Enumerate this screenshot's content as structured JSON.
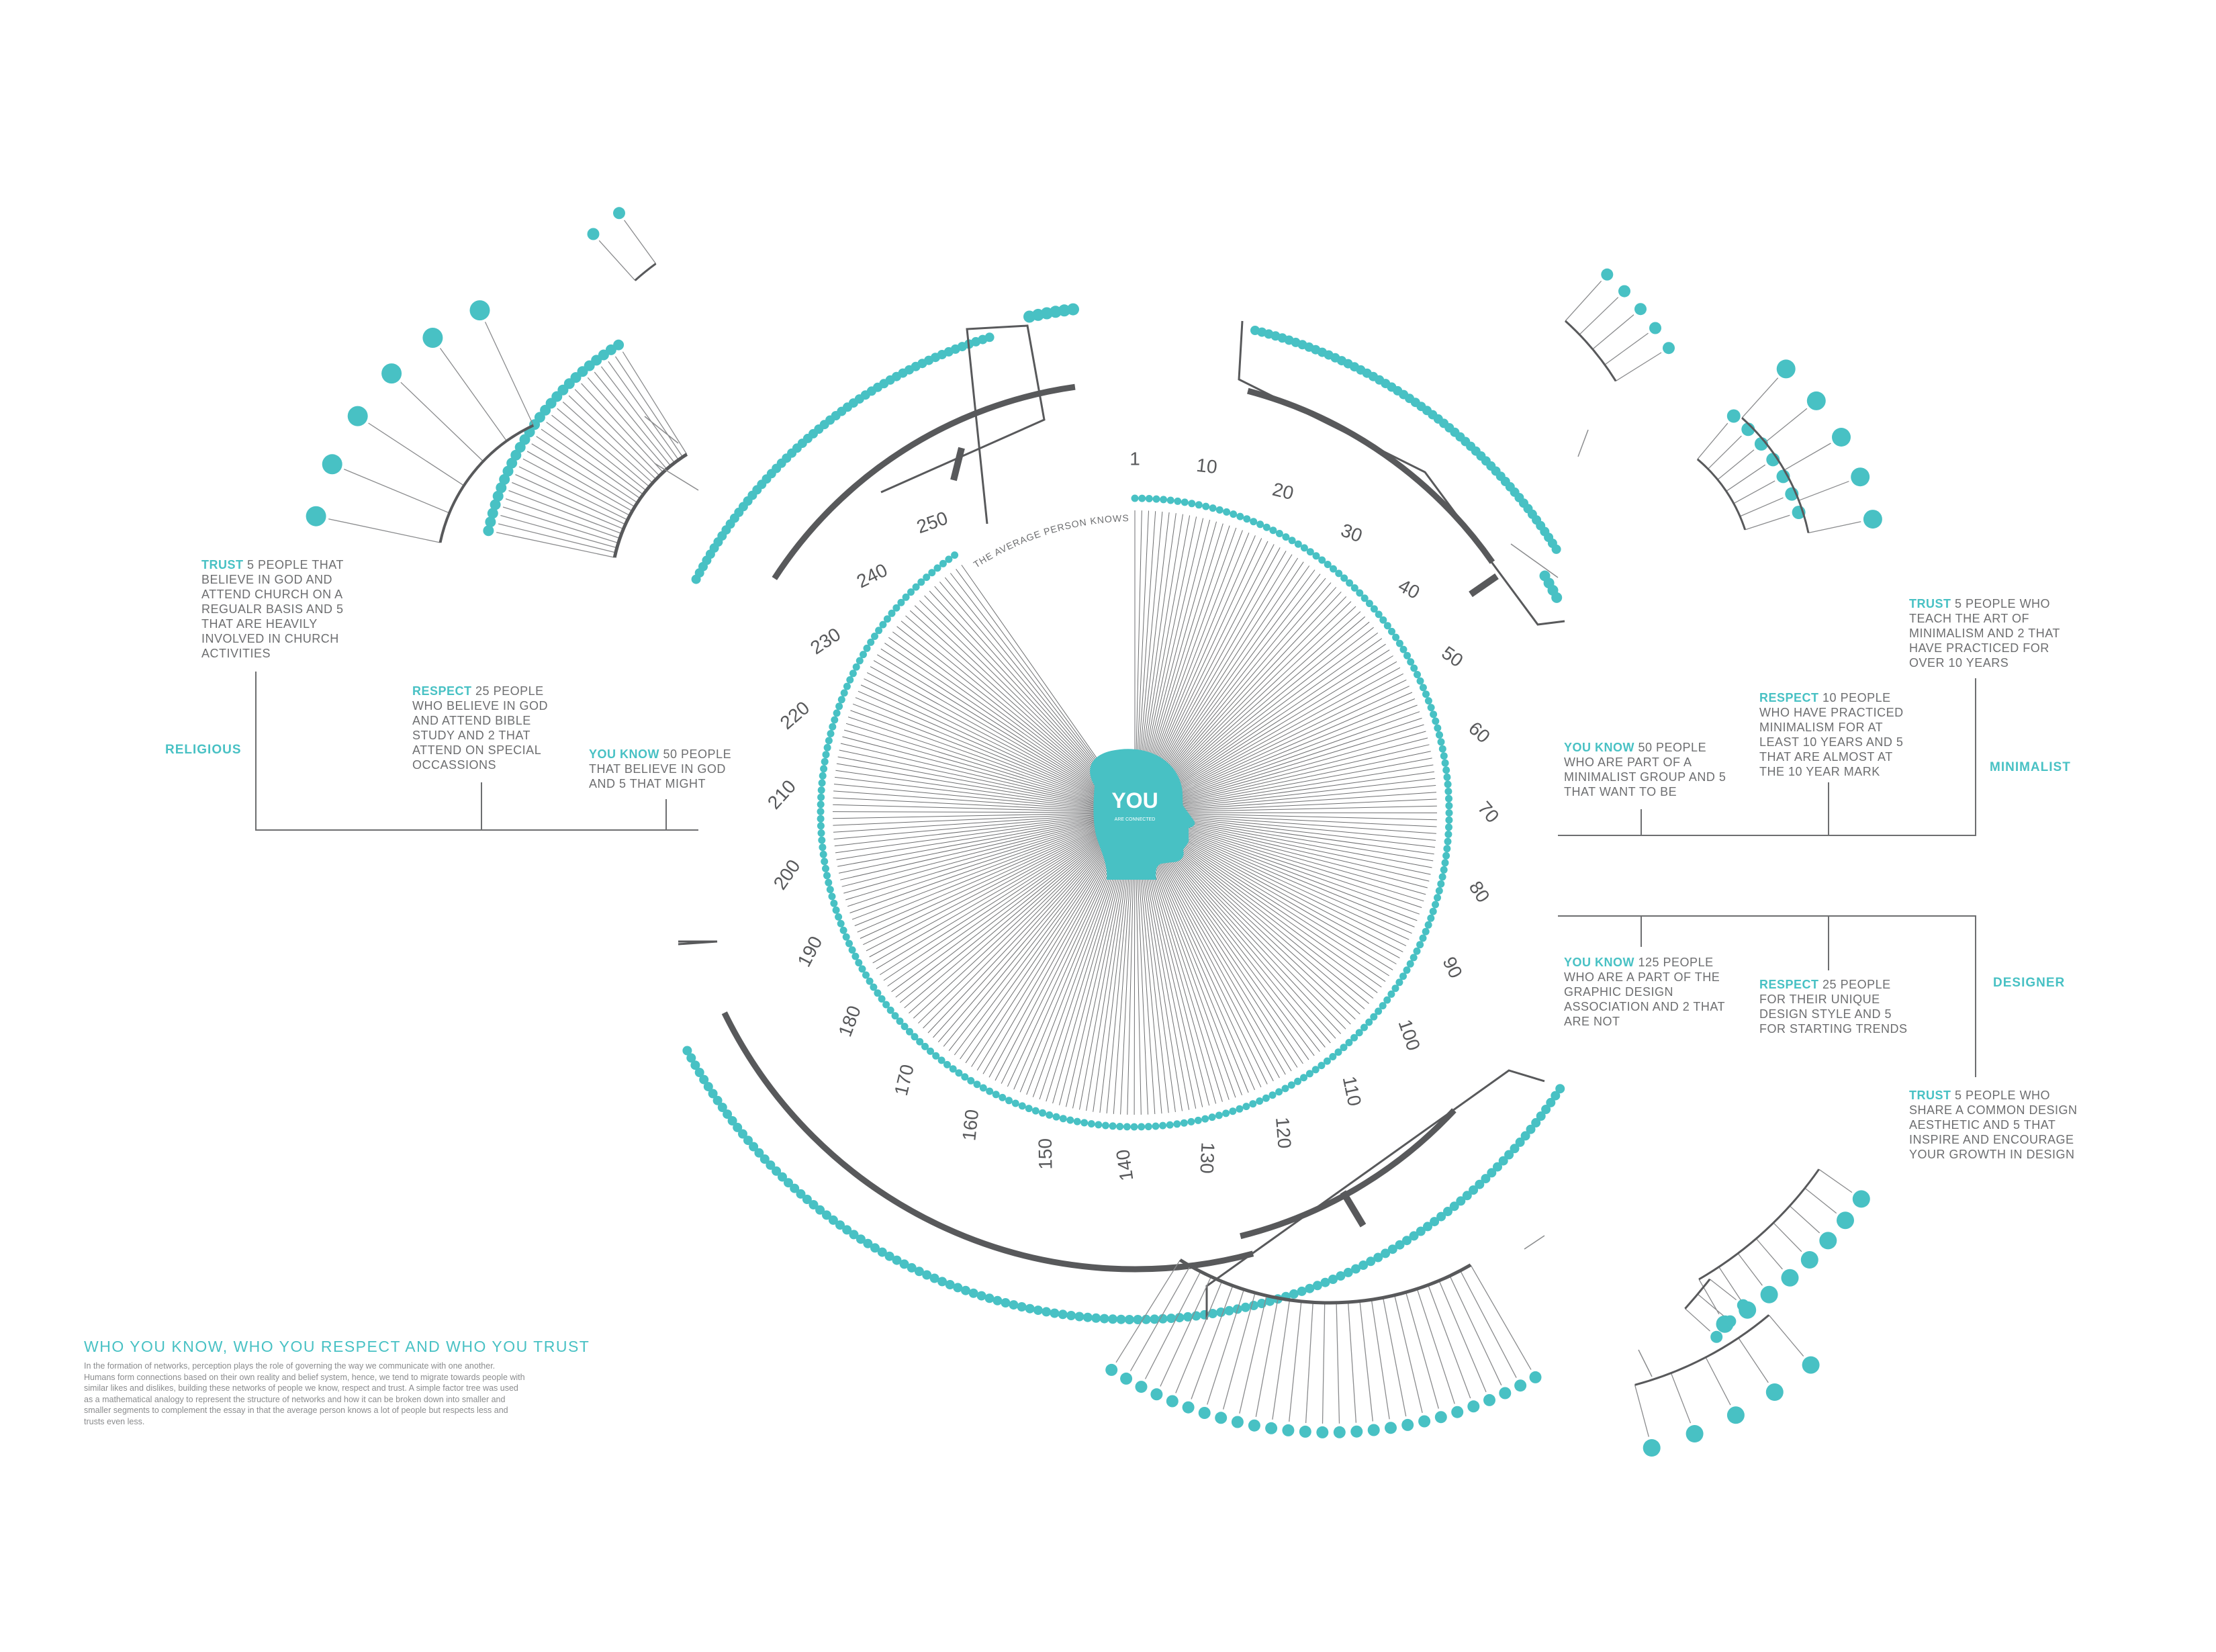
{
  "center": {
    "label": "YOU",
    "sublabel": "ARE CONNECTED",
    "arc_caption": "THE AVERAGE PERSON KNOWS 250 PEOPLE",
    "total_people": 250,
    "tick_labels": [
      "1",
      "10",
      "20",
      "30",
      "40",
      "50",
      "60",
      "70",
      "80",
      "90",
      "100",
      "110",
      "120",
      "130",
      "140",
      "150",
      "160",
      "170",
      "180",
      "190",
      "200",
      "210",
      "220",
      "230",
      "240",
      "250"
    ]
  },
  "colors": {
    "accent": "#48c1c4",
    "line": "#58595b",
    "text": "#6d6e70"
  },
  "religious": {
    "category": "RELIGIOUS",
    "trust_kw": "TRUST",
    "trust_text": "5 PEOPLE THAT BELIEVE IN GOD AND ATTEND CHURCH ON A REGUALR BASIS AND 5 THAT ARE HEAVILY INVOLVED IN CHURCH ACTIVITIES",
    "respect_kw": "RESPECT",
    "respect_text": "25 PEOPLE WHO BELIEVE IN GOD AND ATTEND BIBLE STUDY AND 2 THAT ATTEND ON SPECIAL OCCASSIONS",
    "know_kw": "YOU KNOW",
    "know_text": "50 PEOPLE THAT BELIEVE IN GOD AND 5 THAT MIGHT"
  },
  "minimalist": {
    "category": "MINIMALIST",
    "trust_kw": "TRUST",
    "trust_text": "5 PEOPLE WHO TEACH THE ART OF MINIMALISM AND 2 THAT HAVE PRACTICED FOR OVER 10 YEARS",
    "respect_kw": "RESPECT",
    "respect_text": "10 PEOPLE WHO HAVE PRACTICED MINIMALISM FOR AT LEAST 10 YEARS AND 5 THAT ARE ALMOST AT THE 10 YEAR MARK",
    "know_kw": "YOU KNOW",
    "know_text": "50 PEOPLE WHO ARE PART OF A MINIMALIST GROUP AND 5 THAT WANT TO BE"
  },
  "designer": {
    "category": "DESIGNER",
    "know_kw": "YOU KNOW",
    "know_text": "125 PEOPLE WHO ARE A PART OF THE GRAPHIC DESIGN ASSOCIATION AND 2 THAT ARE NOT",
    "respect_kw": "RESPECT",
    "respect_text": "25 PEOPLE FOR THEIR UNIQUE DESIGN STYLE AND 5 FOR STARTING TRENDS",
    "trust_kw": "TRUST",
    "trust_text": "5 PEOPLE WHO SHARE A COMMON DESIGN AESTHETIC AND 5 THAT INSPIRE AND ENCOURAGE YOUR GROWTH IN DESIGN"
  },
  "essay": {
    "title": "WHO YOU KNOW, WHO YOU RESPECT AND WHO YOU TRUST",
    "body": "In the formation of networks, perception plays the role of governing the way we communicate with one another. Humans form connections based on their own reality and belief system, hence, we tend to migrate towards people with similar likes and dislikes, building these networks of people we know, respect and trust. A simple factor tree was used as a mathematical analogy to represent the structure of networks and how it can be broken down into smaller and smaller segments to complement the essay in that the average person knows a lot of people but respects less and trusts even less."
  }
}
